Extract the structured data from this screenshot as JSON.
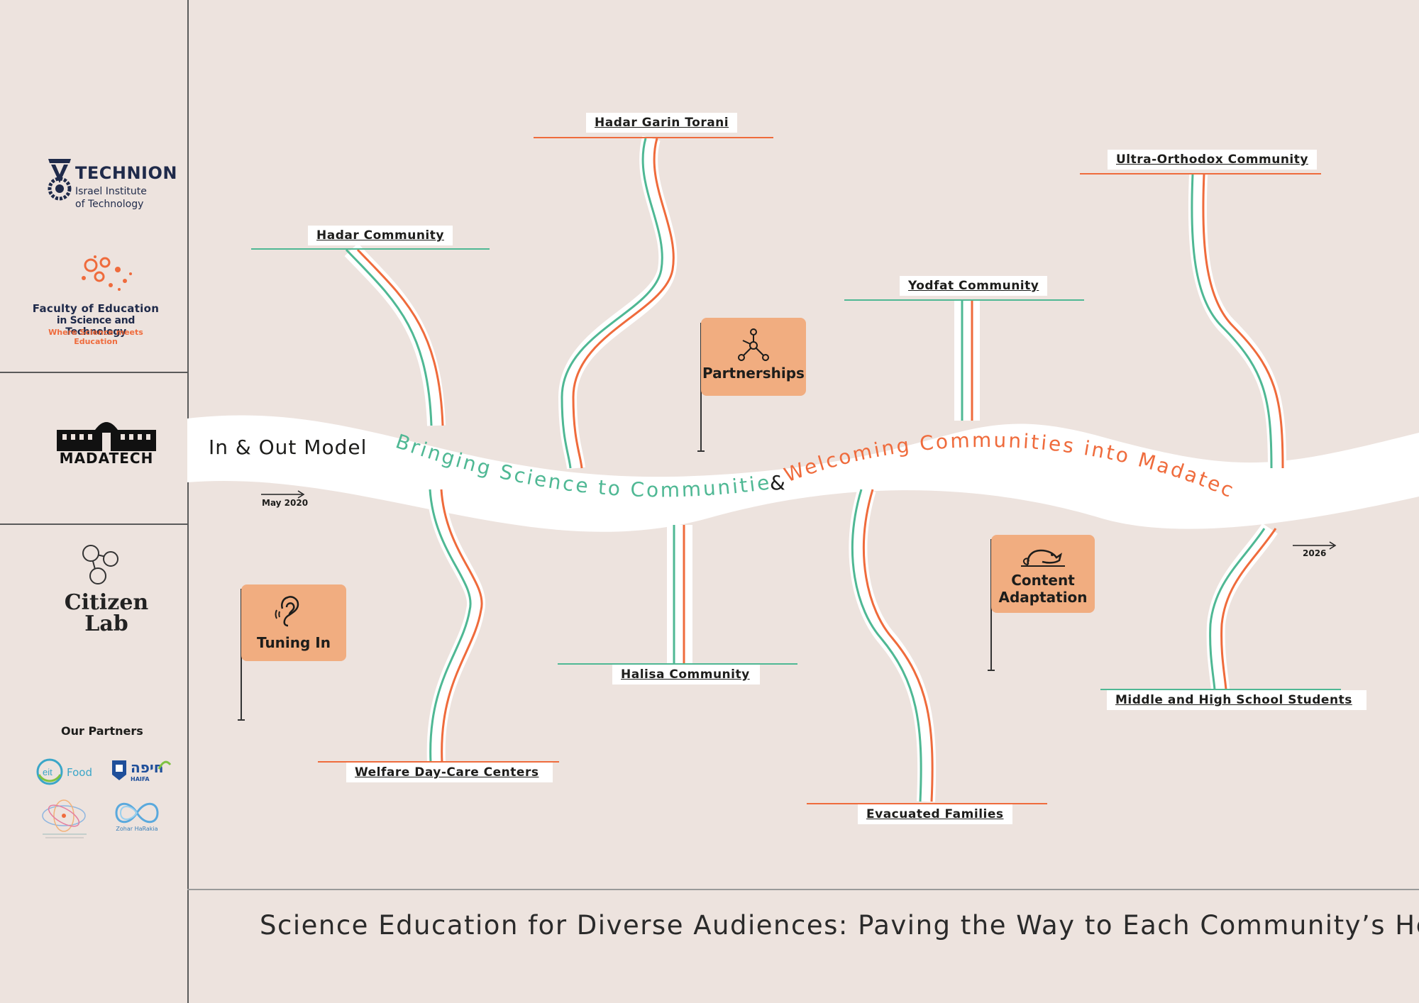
{
  "sidebar": {
    "technion": {
      "name": "TECHNION",
      "line1": "Israel Institute",
      "line2": "of Technology"
    },
    "faculty": {
      "line1": "Faculty of Education",
      "line2": "in Science and Technology",
      "tagline": "Where Science meets Education"
    },
    "madatech": {
      "name": "MADATECH"
    },
    "citizen_lab": {
      "line1": "Citizen",
      "line2": "Lab"
    },
    "partners": {
      "heading": "Our Partners",
      "eit_text": "Food",
      "haifa_text": "חיפה",
      "haifa_sub": "HAIFA",
      "zohar_text": "Zohar HaRakia"
    }
  },
  "model_label": "In & Out Model",
  "road_text": {
    "part1": "Bringing Science to Communities",
    "amp": "&",
    "part2": "Welcoming Communities into Madatech"
  },
  "timeline": {
    "start": "May 2020",
    "end": "2026"
  },
  "communities": {
    "hadar_garin_torani": "Hadar Garin Torani",
    "hadar_community": "Hadar Community",
    "welfare": "Welfare Day-Care Centers",
    "halisa": "Halisa Community",
    "yodfat": "Yodfat Community",
    "evacuated": "Evacuated Families",
    "ultra_orthodox": "Ultra-Orthodox Community",
    "students": "Middle and High School Students"
  },
  "flags": {
    "tuning_in": "Tuning In",
    "partnerships": "Partnerships",
    "content_line1": "Content",
    "content_line2": "Adaptation"
  },
  "title": "Science Education for Diverse Audiences: Paving the Way to Each Community’s Heart",
  "colors": {
    "background": "#ede3de",
    "green": "#4fb894",
    "orange": "#ef6b3c",
    "flag": "#f1ad80",
    "navy": "#1f2a4a"
  }
}
